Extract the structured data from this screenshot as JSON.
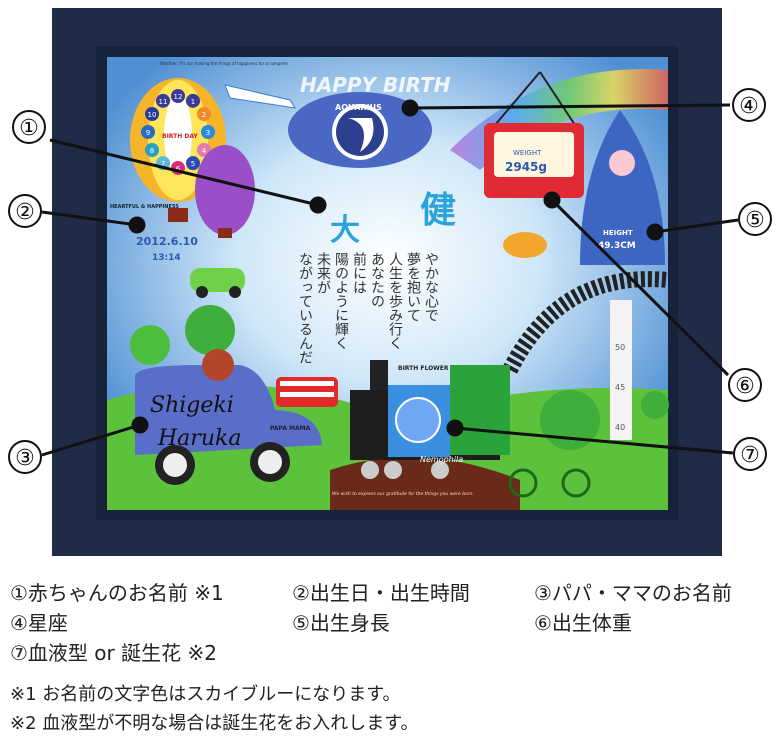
{
  "artwork": {
    "frame_color": "#1f2b47",
    "happy_birth": "HAPPY BIRTH",
    "tagline": "Weather, it's our making the things of happiness for a complete",
    "zodiac": "AQUARIUS",
    "clock_numbers": [
      "12",
      "1",
      "2",
      "3",
      "4",
      "5",
      "6",
      "7",
      "8",
      "9",
      "10",
      "11"
    ],
    "birth_day": "BIRTH DAY",
    "heartful": "HEARTFUL & HAPPINESS",
    "birth_date": "2012.6.10",
    "birth_time": "13:14",
    "weight_label": "WEIGHT",
    "weight_value": "2945g",
    "height_label": "HEIGHT",
    "height_value": "49.3CM",
    "child_name_1": "大",
    "child_name_2": "健",
    "poem_lines": [
      "やかな心で",
      "夢を抱いて",
      "人生を歩み行く",
      "あなたの",
      "前には",
      "陽のように輝く",
      "未来が",
      "ながっているんだ"
    ],
    "parent_name_1": "Shigeki",
    "parent_name_2": "Haruka",
    "papa_mama": "PAPA MAMA",
    "birth_flower_label": "BIRTH FLOWER",
    "birth_flower": "Nemophila",
    "message": "We wish to express our gratitude for the things you were born.",
    "ruler_ticks": [
      "50",
      "45",
      "40"
    ]
  },
  "callouts": [
    "①",
    "②",
    "③",
    "④",
    "⑤",
    "⑥",
    "⑦"
  ],
  "legend": [
    "①赤ちゃんのお名前 ※1",
    "②出生日・出生時間",
    "③パパ・ママのお名前",
    "④星座",
    "⑤出生身長",
    "⑥出生体重",
    "⑦血液型 or 誕生花 ※2"
  ],
  "notes": [
    "※1 お名前の文字色はスカイブルーになります。",
    "※2 血液型が不明な場合は誕生花をお入れします。"
  ]
}
